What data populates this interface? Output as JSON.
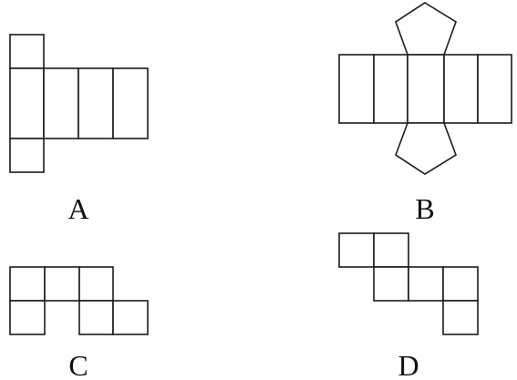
{
  "options": [
    {
      "id": "A",
      "label": "A"
    },
    {
      "id": "B",
      "label": "B"
    },
    {
      "id": "C",
      "label": "C"
    },
    {
      "id": "D",
      "label": "D"
    }
  ]
}
